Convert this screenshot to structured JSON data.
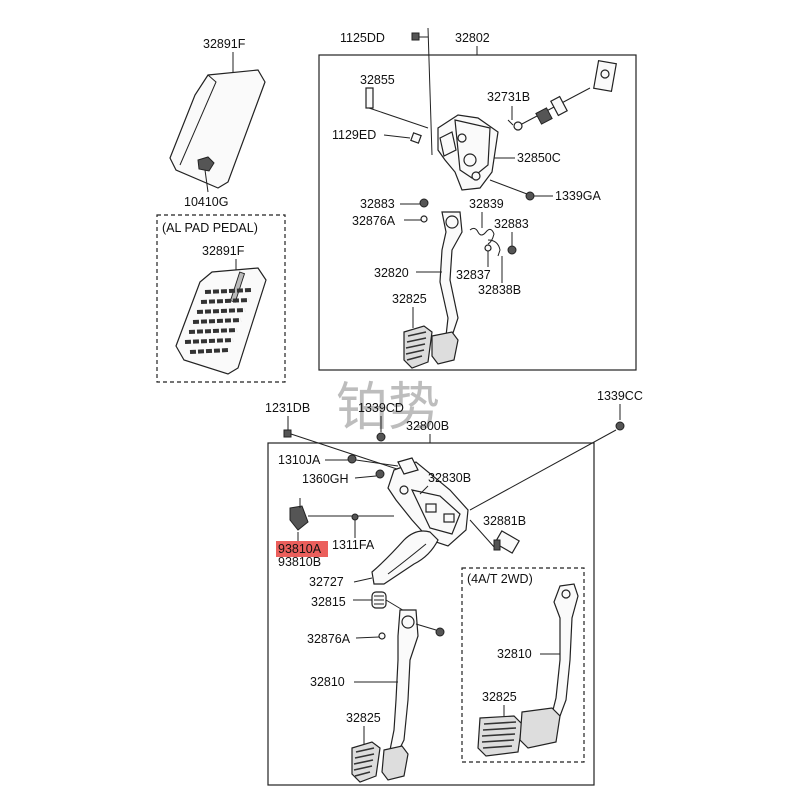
{
  "diagram": {
    "watermark": "铂势",
    "groups": {
      "al_pad": "(AL PAD PEDAL)",
      "at_2wd": "(4A/T 2WD)"
    },
    "labels": {
      "p32891F_top": "32891F",
      "p10410G": "10410G",
      "p32891F_al": "32891F",
      "p1125DD": "1125DD",
      "p32802": "32802",
      "p32855": "32855",
      "p32731B": "32731B",
      "p1129ED": "1129ED",
      "p32850C": "32850C",
      "p1339GA": "1339GA",
      "p32883a": "32883",
      "p32839": "32839",
      "p32876A_top": "32876A",
      "p32883b": "32883",
      "p32820": "32820",
      "p32837": "32837",
      "p32838B": "32838B",
      "p32825_top": "32825",
      "p1231DB": "1231DB",
      "p1339CD": "1339CD",
      "p1339CC": "1339CC",
      "p32800B": "32800B",
      "p1310JA": "1310JA",
      "p1360GH": "1360GH",
      "p32830B": "32830B",
      "p32881B": "32881B",
      "p93810A": "93810A",
      "p93810B": "93810B",
      "p1311FA": "1311FA",
      "p32727": "32727",
      "p32815": "32815",
      "p32876A_bot": "32876A",
      "p32810": "32810",
      "p32825_bot": "32825",
      "p32810_at": "32810",
      "p32825_at": "32825"
    },
    "highlight_color": "#e8433f"
  }
}
